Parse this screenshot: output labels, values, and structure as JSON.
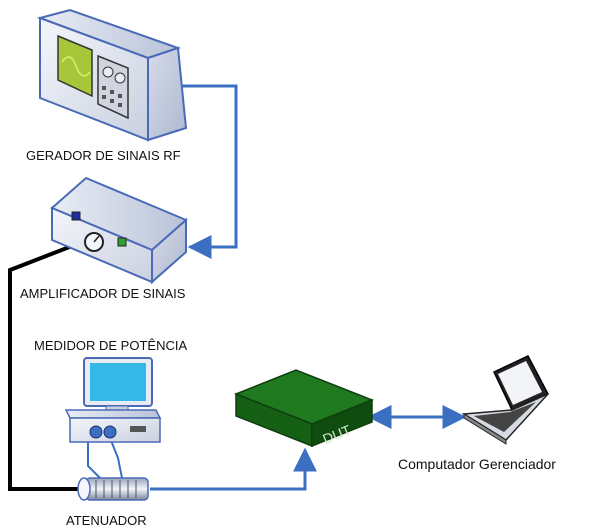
{
  "labels": {
    "generator": "GERADOR DE SINAIS RF",
    "amplifier": "AMPLIFICADOR DE SINAIS",
    "power_meter": "MEDIDOR DE POTÊNCIA",
    "attenuator": "ATENUADOR",
    "dut": "DUT",
    "computer": "Computador Gerenciador"
  },
  "colors": {
    "cable_blue": "#3b6fc2",
    "cable_black": "#000000",
    "device_body": "#d8dde8",
    "device_edge": "#4a6ab8",
    "dut_green": "#1f7a1f",
    "screen_green": "#a8c63a"
  }
}
